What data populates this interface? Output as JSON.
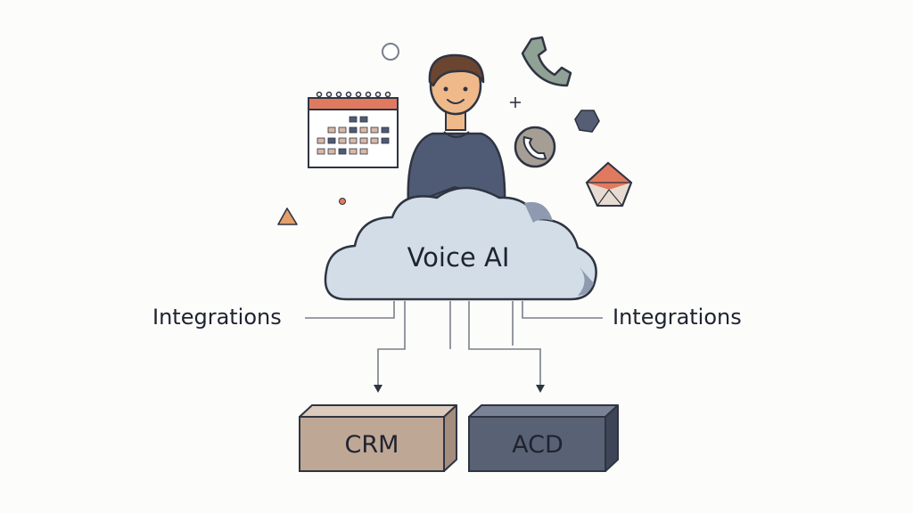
{
  "cloud": {
    "label": "Voice AI",
    "color": "#d3dde8"
  },
  "left_label": "Integrations",
  "right_label": "Integrations",
  "boxes": [
    {
      "label": "CRM",
      "color": "#bfa796",
      "text_color": "#1f2330"
    },
    {
      "label": "ACD",
      "color": "#596174",
      "text_color": "#1f2330"
    }
  ],
  "icons": [
    "person-icon",
    "calendar-icon",
    "phone-icon",
    "phone-circle-icon",
    "hexagon-icon",
    "pentagon-icon",
    "triangle-icon",
    "circle-icon",
    "plus-icon",
    "dot-icon"
  ],
  "colors": {
    "outline": "#2f3442",
    "accent_orange": "#e07a5f",
    "phone_green": "#8fa295",
    "sweater": "#4f5b74",
    "skin": "#f0b98a",
    "hair": "#6b4530"
  }
}
